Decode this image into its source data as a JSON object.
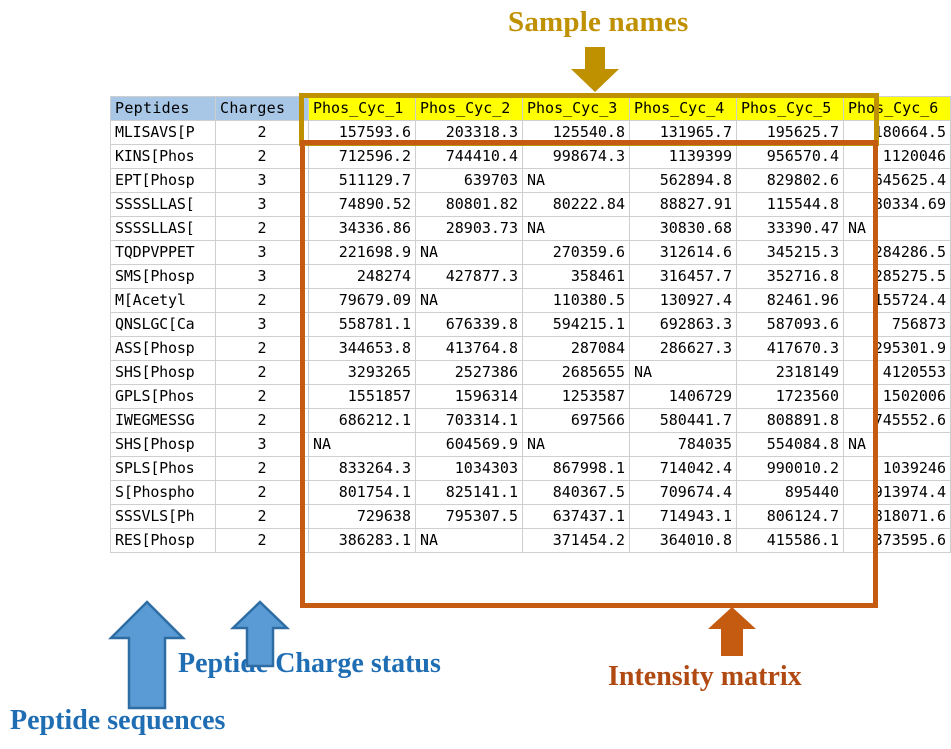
{
  "annotations": {
    "sample_names": "Sample names",
    "peptide_charge_status": "Peptide Charge status",
    "peptide_sequences": "Peptide sequences",
    "intensity_matrix": "Intensity matrix"
  },
  "colors": {
    "sample_names": "#bf9000",
    "blue_arrow": "#4a90c8",
    "intensity_orange": "#c55a11",
    "header_blue": "#a8c6e5",
    "header_yellow": "#ffff00",
    "label_blue": "#1f6eb4",
    "label_brown": "#b04a12"
  },
  "table": {
    "headers": {
      "peptides": "Peptides",
      "charges": "Charges",
      "samples": [
        "Phos_Cyc_1",
        "Phos_Cyc_2",
        "Phos_Cyc_3",
        "Phos_Cyc_4",
        "Phos_Cyc_5",
        "Phos_Cyc_6"
      ]
    },
    "rows": [
      {
        "peptide": "MLISAVS[P",
        "charge": "2",
        "values": [
          "157593.6",
          "203318.3",
          "125540.8",
          "131965.7",
          "195625.7",
          "180664.5"
        ]
      },
      {
        "peptide": "KINS[Phos",
        "charge": "2",
        "values": [
          "712596.2",
          "744410.4",
          "998674.3",
          "1139399",
          "956570.4",
          "1120046"
        ]
      },
      {
        "peptide": "EPT[Phosp",
        "charge": "3",
        "values": [
          "511129.7",
          "639703",
          "NA",
          "562894.8",
          "829802.6",
          "645625.4"
        ]
      },
      {
        "peptide": "SSSSLLAS[",
        "charge": "3",
        "values": [
          "74890.52",
          "80801.82",
          "80222.84",
          "88827.91",
          "115544.8",
          "80334.69"
        ]
      },
      {
        "peptide": "SSSSLLAS[",
        "charge": "2",
        "values": [
          "34336.86",
          "28903.73",
          "NA",
          "30830.68",
          "33390.47",
          "NA"
        ]
      },
      {
        "peptide": "TQDPVPPET",
        "charge": "3",
        "values": [
          "221698.9",
          "NA",
          "270359.6",
          "312614.6",
          "345215.3",
          "284286.5"
        ]
      },
      {
        "peptide": "SMS[Phosp",
        "charge": "3",
        "values": [
          "248274",
          "427877.3",
          "358461",
          "316457.7",
          "352716.8",
          "285275.5"
        ]
      },
      {
        "peptide": "M[Acetyl",
        "charge": "2",
        "values": [
          "79679.09",
          "NA",
          "110380.5",
          "130927.4",
          "82461.96",
          "155724.4"
        ]
      },
      {
        "peptide": "QNSLGC[Ca",
        "charge": "3",
        "values": [
          "558781.1",
          "676339.8",
          "594215.1",
          "692863.3",
          "587093.6",
          "756873"
        ]
      },
      {
        "peptide": "ASS[Phosp",
        "charge": "2",
        "values": [
          "344653.8",
          "413764.8",
          "287084",
          "286627.3",
          "417670.3",
          "295301.9"
        ]
      },
      {
        "peptide": "SHS[Phosp",
        "charge": "2",
        "values": [
          "3293265",
          "2527386",
          "2685655",
          "NA",
          "2318149",
          "4120553"
        ]
      },
      {
        "peptide": "GPLS[Phos",
        "charge": "2",
        "values": [
          "1551857",
          "1596314",
          "1253587",
          "1406729",
          "1723560",
          "1502006"
        ]
      },
      {
        "peptide": "IWEGMESSG",
        "charge": "2",
        "values": [
          "686212.1",
          "703314.1",
          "697566",
          "580441.7",
          "808891.8",
          "745552.6"
        ]
      },
      {
        "peptide": "SHS[Phosp",
        "charge": "3",
        "values": [
          "NA",
          "604569.9",
          "NA",
          "784035",
          "554084.8",
          "NA"
        ]
      },
      {
        "peptide": "SPLS[Phos",
        "charge": "2",
        "values": [
          "833264.3",
          "1034303",
          "867998.1",
          "714042.4",
          "990010.2",
          "1039246"
        ]
      },
      {
        "peptide": "S[Phospho",
        "charge": "2",
        "values": [
          "801754.1",
          "825141.1",
          "840367.5",
          "709674.4",
          "895440",
          "913974.4"
        ]
      },
      {
        "peptide": "SSSVLS[Ph",
        "charge": "2",
        "values": [
          "729638",
          "795307.5",
          "637437.1",
          "714943.1",
          "806124.7",
          "818071.6"
        ]
      },
      {
        "peptide": "RES[Phosp",
        "charge": "2",
        "values": [
          "386283.1",
          "NA",
          "371454.2",
          "364010.8",
          "415586.1",
          "373595.6"
        ]
      }
    ]
  }
}
